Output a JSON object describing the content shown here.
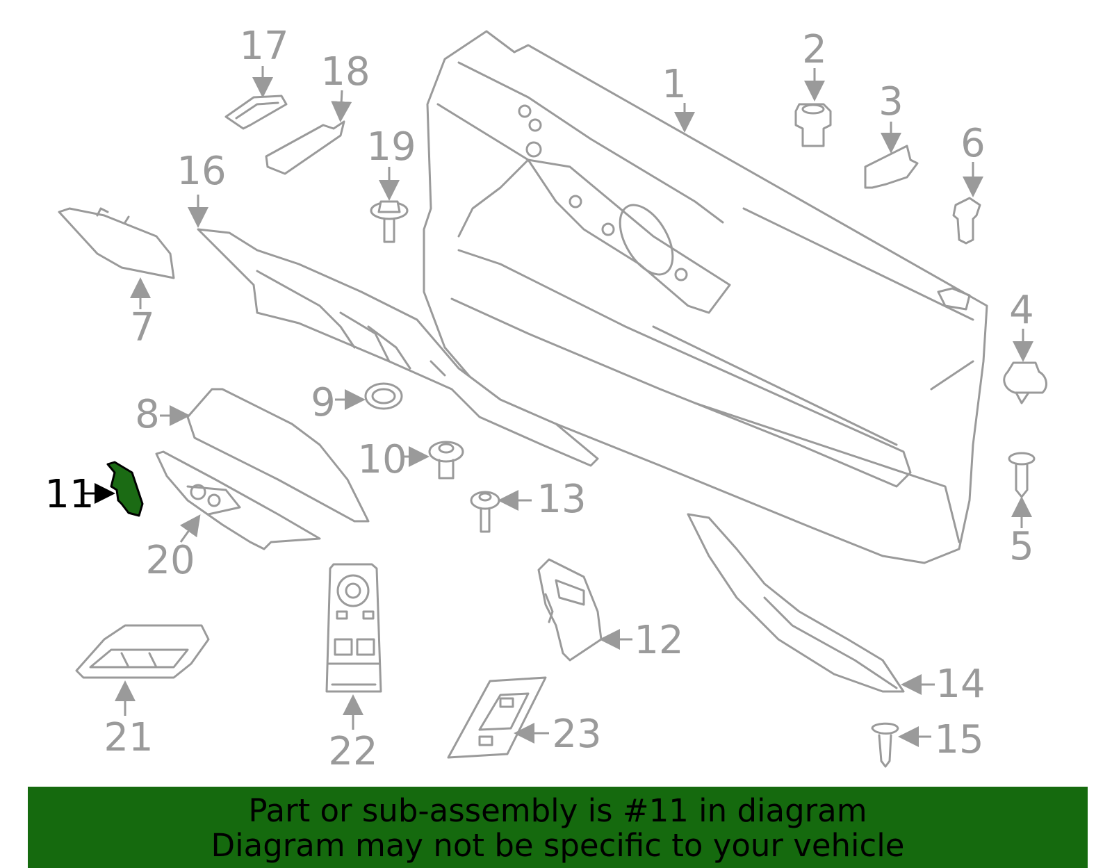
{
  "diagram": {
    "highlight_color": "#1b6b14",
    "line_color": "#9a9a9a",
    "highlighted_part": "11",
    "callouts": [
      "1",
      "2",
      "3",
      "4",
      "5",
      "6",
      "7",
      "8",
      "9",
      "10",
      "11",
      "12",
      "13",
      "14",
      "15",
      "16",
      "17",
      "18",
      "19",
      "20",
      "21",
      "22",
      "23"
    ]
  },
  "banner": {
    "line1": "Part or sub-assembly is #11 in diagram",
    "line2": "Diagram may not be specific to your vehicle",
    "background": "#156a0e"
  }
}
